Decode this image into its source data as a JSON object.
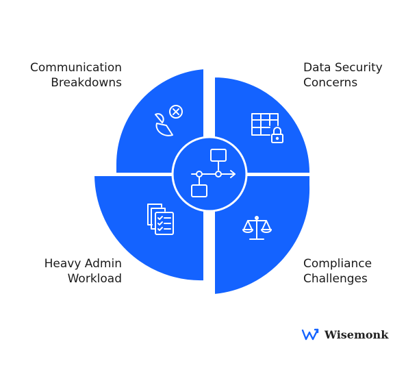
{
  "colors": {
    "accent": "#1463FF",
    "stroke": "#ffffff",
    "text": "#1a1a1a",
    "brand_icon": "#1463FF"
  },
  "segments": [
    {
      "label_lines": [
        "Communication",
        "Breakdowns"
      ],
      "icon": "contact-error-icon"
    },
    {
      "label_lines": [
        "Data Security",
        "Concerns"
      ],
      "icon": "table-lock-icon"
    },
    {
      "label_lines": [
        "Compliance",
        "Challenges"
      ],
      "icon": "scales-icon"
    },
    {
      "label_lines": [
        "Heavy Admin",
        "Workload"
      ],
      "icon": "checklist-documents-icon"
    }
  ],
  "center": {
    "icon": "process-flow-icon"
  },
  "brand": {
    "name": "Wisemonk",
    "icon": "wisemonk-logo-icon"
  }
}
